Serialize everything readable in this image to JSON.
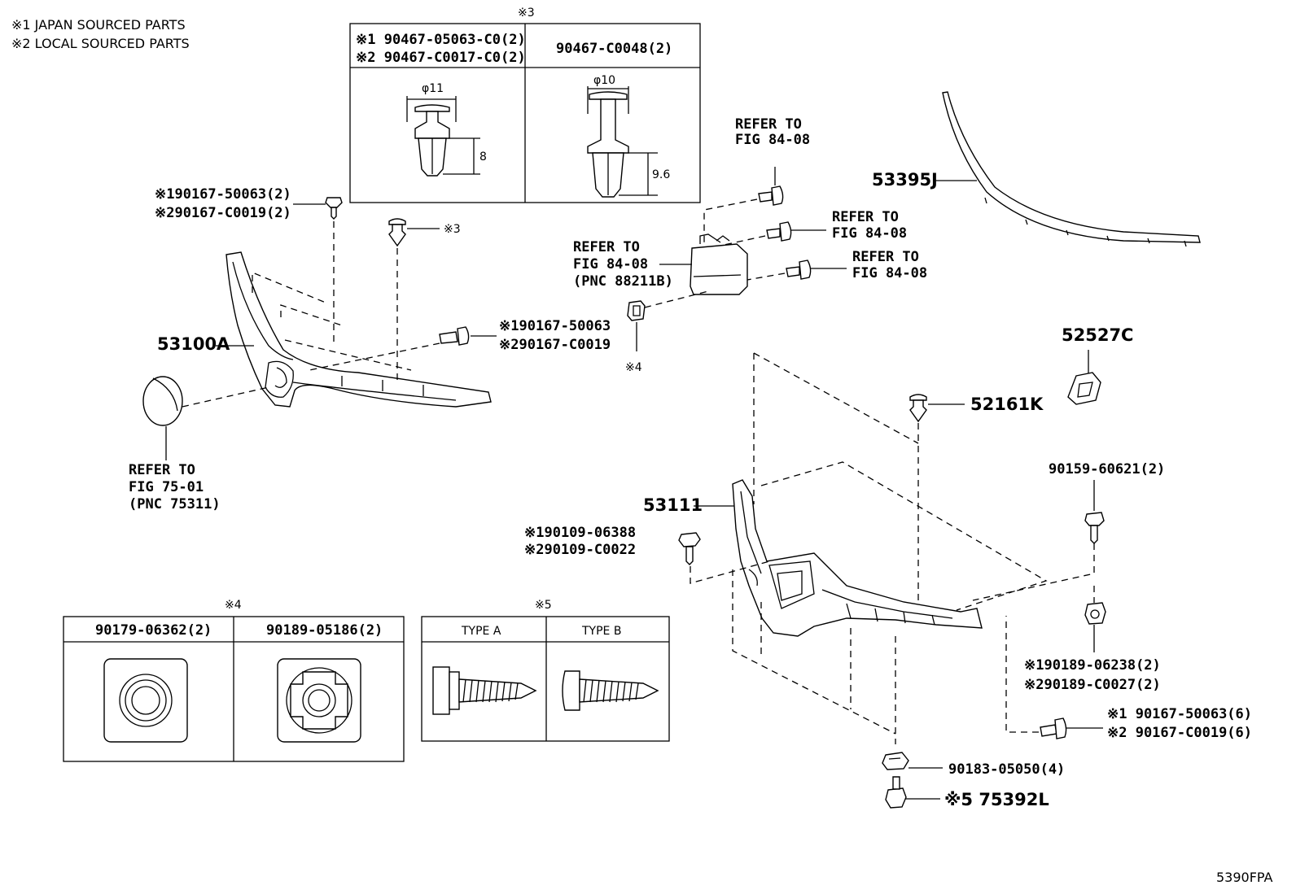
{
  "notes": {
    "note1": "※1 JAPAN SOURCED PARTS",
    "note2": "※2 LOCAL SOURCED PARTS"
  },
  "inset3": {
    "title": "※3",
    "col1_line1": "※1 90467-05063-C0(2)",
    "col1_line2": "※2 90467-C0017-C0(2)",
    "col2": "90467-C0048(2)",
    "dia1": "φ11",
    "dim1": "8",
    "dia2": "φ10",
    "dim2": "9.6"
  },
  "inset4": {
    "title": "※4",
    "col1": "90179-06362(2)",
    "col2": "90189-05186(2)"
  },
  "inset5": {
    "title": "※5",
    "col1": "TYPE A",
    "col2": "TYPE B"
  },
  "callouts": {
    "bolt_top_1": "※190167-50063(2)",
    "bolt_top_2": "※290167-C0019(2)",
    "clip_ref": "※3",
    "grille": "53100A",
    "bolt_mid_1": "※190167-50063",
    "bolt_mid_2": "※290167-C0019",
    "emblem_ref1": "REFER TO",
    "emblem_ref2": "FIG 75-01",
    "emblem_ref3": "(PNC 75311)",
    "sensor_ref1": "REFER TO",
    "sensor_ref2": "FIG 84-08",
    "sensor_ref3": "(PNC 88211B)",
    "bolt_a_ref1": "REFER TO",
    "bolt_a_ref2": "FIG 84-08",
    "bolt_b_ref1": "REFER TO",
    "bolt_b_ref2": "FIG 84-08",
    "bolt_c_ref1": "REFER TO",
    "bolt_c_ref2": "FIG 84-08",
    "nut_ref": "※4",
    "molding": "53395J",
    "bracket": "52527C",
    "clip2": "52161K",
    "retainer": "53111",
    "bolt_l_1": "※190109-06388",
    "bolt_l_2": "※290109-C0022",
    "bolt_r": "90159-60621(2)",
    "nut_r_1": "※190189-06238(2)",
    "nut_r_2": "※290189-C0027(2)",
    "bolt_br_1": "※1 90167-50063(6)",
    "bolt_br_2": "※2 90167-C0019(6)",
    "nut_bottom": "90183-05050(4)",
    "screw_bottom": "※5 75392L"
  },
  "figure_code": "5390FPA"
}
